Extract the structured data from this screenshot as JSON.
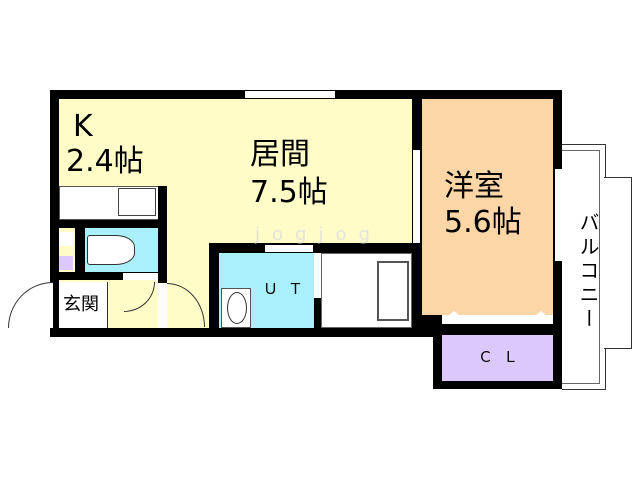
{
  "colors": {
    "wall": "#000000",
    "living_kitchen": "#fffcc8",
    "western_room": "#fdd6a8",
    "wet_area": "#aaf0fb",
    "closet": "#dcc8fb",
    "balcony": "#ffffff"
  },
  "rooms": {
    "kitchen": {
      "name": "K",
      "size": "2.4帖"
    },
    "living": {
      "name": "居間",
      "size": "7.5帖"
    },
    "western": {
      "name": "洋室",
      "size": "5.6帖"
    },
    "utility": {
      "name": "ＵＴ"
    },
    "closet": {
      "name": "ＣＬ"
    },
    "entrance": {
      "name": "玄関"
    },
    "balcony": {
      "name": "バルコニー"
    }
  },
  "watermark": "jogjog"
}
